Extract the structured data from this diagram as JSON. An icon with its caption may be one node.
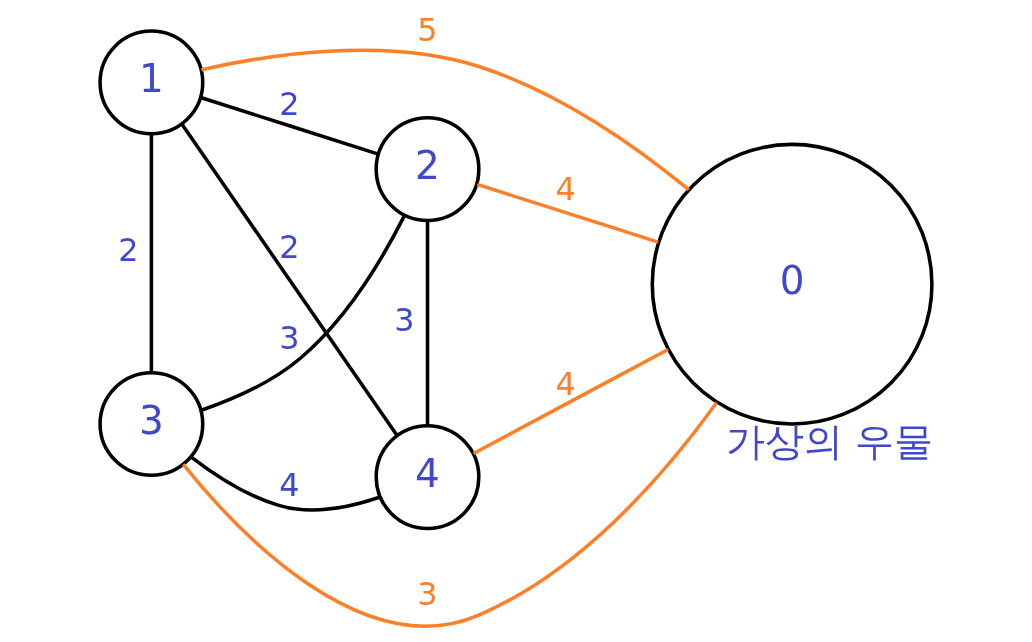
{
  "diagram": {
    "nodes": [
      {
        "text": [
          "1"
        ]
      },
      {
        "text": [
          "2"
        ]
      },
      {
        "text": [
          "3"
        ]
      },
      {
        "text": [
          "4"
        ]
      },
      {
        "text": [
          "0"
        ],
        "beside": [
          "가상의 우물"
        ]
      }
    ],
    "edges": [
      {
        "from": 0,
        "to": 1,
        "arrow": "none",
        "label": "2"
      },
      {
        "from": 0,
        "to": 2,
        "arrow": "none",
        "label": "2"
      },
      {
        "from": 0,
        "to": 3,
        "arrow": "none",
        "label": "2"
      },
      {
        "from": 1,
        "to": 2,
        "arrow": "none",
        "label": "3"
      },
      {
        "from": 1,
        "to": 3,
        "arrow": "none",
        "label": "3"
      },
      {
        "from": 2,
        "to": 3,
        "arrow": "none",
        "label": "4"
      },
      {
        "from": 0,
        "to": 4,
        "arrow": "none",
        "label": "5",
        "color": "#ff7f27"
      },
      {
        "from": 1,
        "to": 4,
        "arrow": "none",
        "label": "4",
        "color": "#ff7f27"
      },
      {
        "from": 3,
        "to": 4,
        "arrow": "none",
        "label": "4",
        "color": "#ff7f27"
      },
      {
        "from": 2,
        "to": 4,
        "arrow": "none",
        "label": "3",
        "color": "#ff7f27"
      }
    ]
  }
}
